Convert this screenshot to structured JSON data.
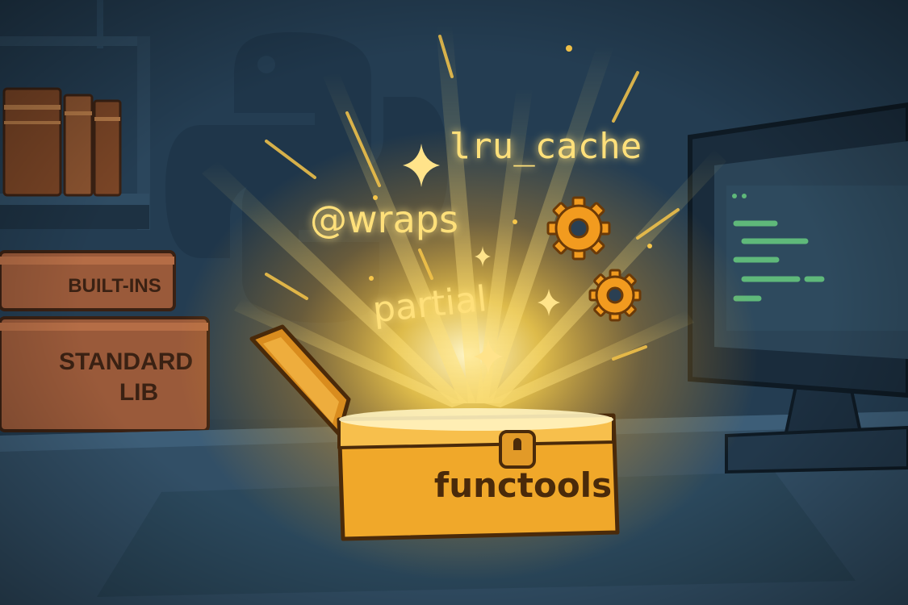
{
  "scene": {
    "floating_words": {
      "lru_cache": "lru_cache",
      "wraps": "@wraps",
      "partial": "partial"
    },
    "chest": {
      "label": "functools"
    },
    "books": {
      "top_label": "BUILT-INS",
      "bottom_label_line1": "STANDARD",
      "bottom_label_line2": "LIB"
    },
    "icons": [
      "python-logo-icon",
      "gear-icon",
      "sparkle-icon"
    ],
    "colors": {
      "background": "#1f3346",
      "glow": "#ffd24a",
      "chest": "#f0a82a",
      "code_green": "#5fb87a"
    }
  }
}
